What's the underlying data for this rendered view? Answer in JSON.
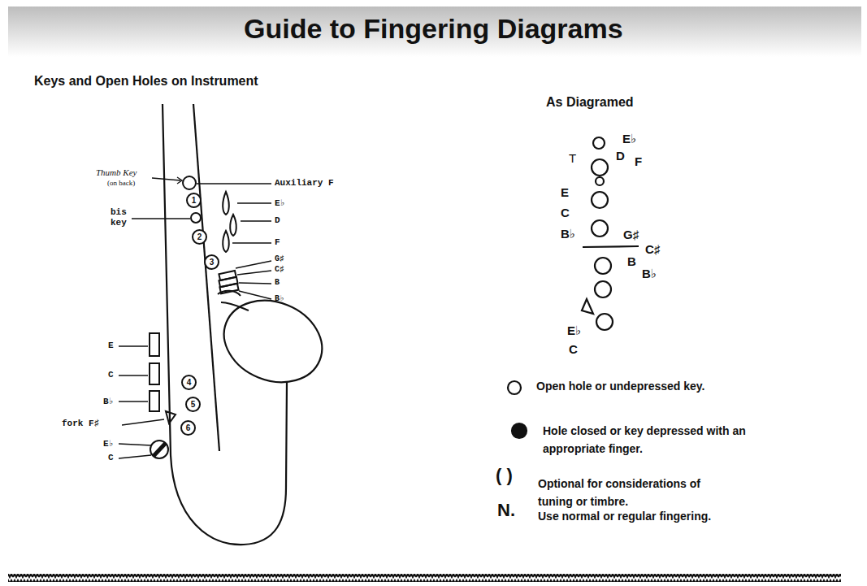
{
  "diagram": {
    "title": "Guide to Fingering Diagrams",
    "nodes": [
      {
        "text": [
          "1"
        ]
      },
      {
        "text": [
          "2"
        ]
      },
      {
        "text": [
          "3"
        ]
      },
      {
        "text": [
          "4"
        ]
      },
      {
        "text": [
          "5"
        ]
      },
      {
        "text": [
          "6"
        ]
      }
    ],
    "labels": [
      "Keys and Open Holes on Instrument",
      "As Diagramed",
      "Thumb Key",
      "(on back)",
      "Auxiliary F",
      "bis",
      "key",
      "E♭",
      "D",
      "F",
      "G♯",
      "C♯",
      "B",
      "B♭",
      "E",
      "C",
      "B♭",
      "fork F♯",
      "E♭",
      "C",
      "E♭",
      "D",
      "F",
      "T",
      "E",
      "C",
      "B♭",
      "G♯",
      "B",
      "C♯",
      "B♭",
      "E♭",
      "C",
      "( )",
      "N."
    ],
    "legend": [
      {
        "text": "Open hole or undepressed key."
      },
      {
        "text": "Hole closed or key depressed with an appropriate finger."
      },
      {
        "text": "Optional for considerations of tuning or timbre."
      },
      {
        "text": "Use normal or regular fingering."
      }
    ]
  }
}
